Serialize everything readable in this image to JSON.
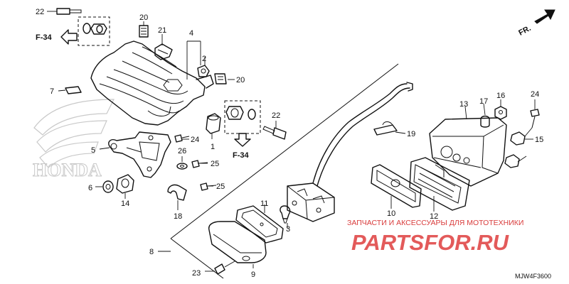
{
  "diagram": {
    "code": "MJW4F3600",
    "front_label": "FR.",
    "ref_labels": [
      "F-34",
      "F-34"
    ],
    "callouts": [
      "1",
      "2",
      "3",
      "4",
      "5",
      "6",
      "7",
      "8",
      "9",
      "10",
      "11",
      "12",
      "13",
      "14",
      "15",
      "16",
      "17",
      "18",
      "19",
      "20",
      "20",
      "21",
      "22",
      "22",
      "23",
      "24",
      "24",
      "25",
      "25",
      "26"
    ]
  },
  "watermark": {
    "tagline": "ЗАПЧАСТИ И АКСЕССУАРЫ ДЛЯ МОТОТЕХНИКИ",
    "site": "PARTSFOR.RU"
  },
  "background_logo": {
    "text": "HONDA"
  }
}
